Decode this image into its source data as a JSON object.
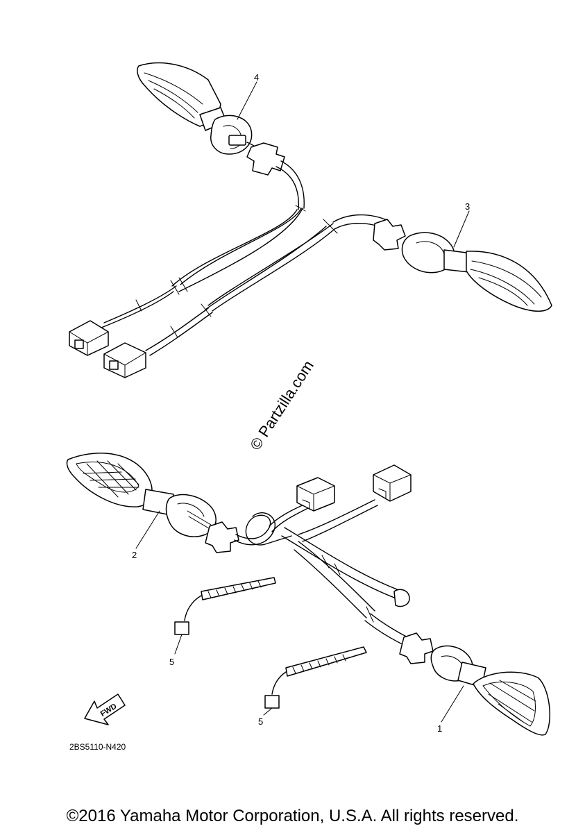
{
  "callouts": [
    {
      "id": "1",
      "label": "1"
    },
    {
      "id": "2",
      "label": "2"
    },
    {
      "id": "3",
      "label": "3"
    },
    {
      "id": "4",
      "label": "4"
    },
    {
      "id": "5a",
      "label": "5"
    },
    {
      "id": "5b",
      "label": "5"
    }
  ],
  "watermark": "© Partzilla.com",
  "direction_arrow": "FWD",
  "diagram_code": "2BS5110-N420",
  "copyright": "©2016 Yamaha Motor Corporation, U.S.A. All rights reserved."
}
